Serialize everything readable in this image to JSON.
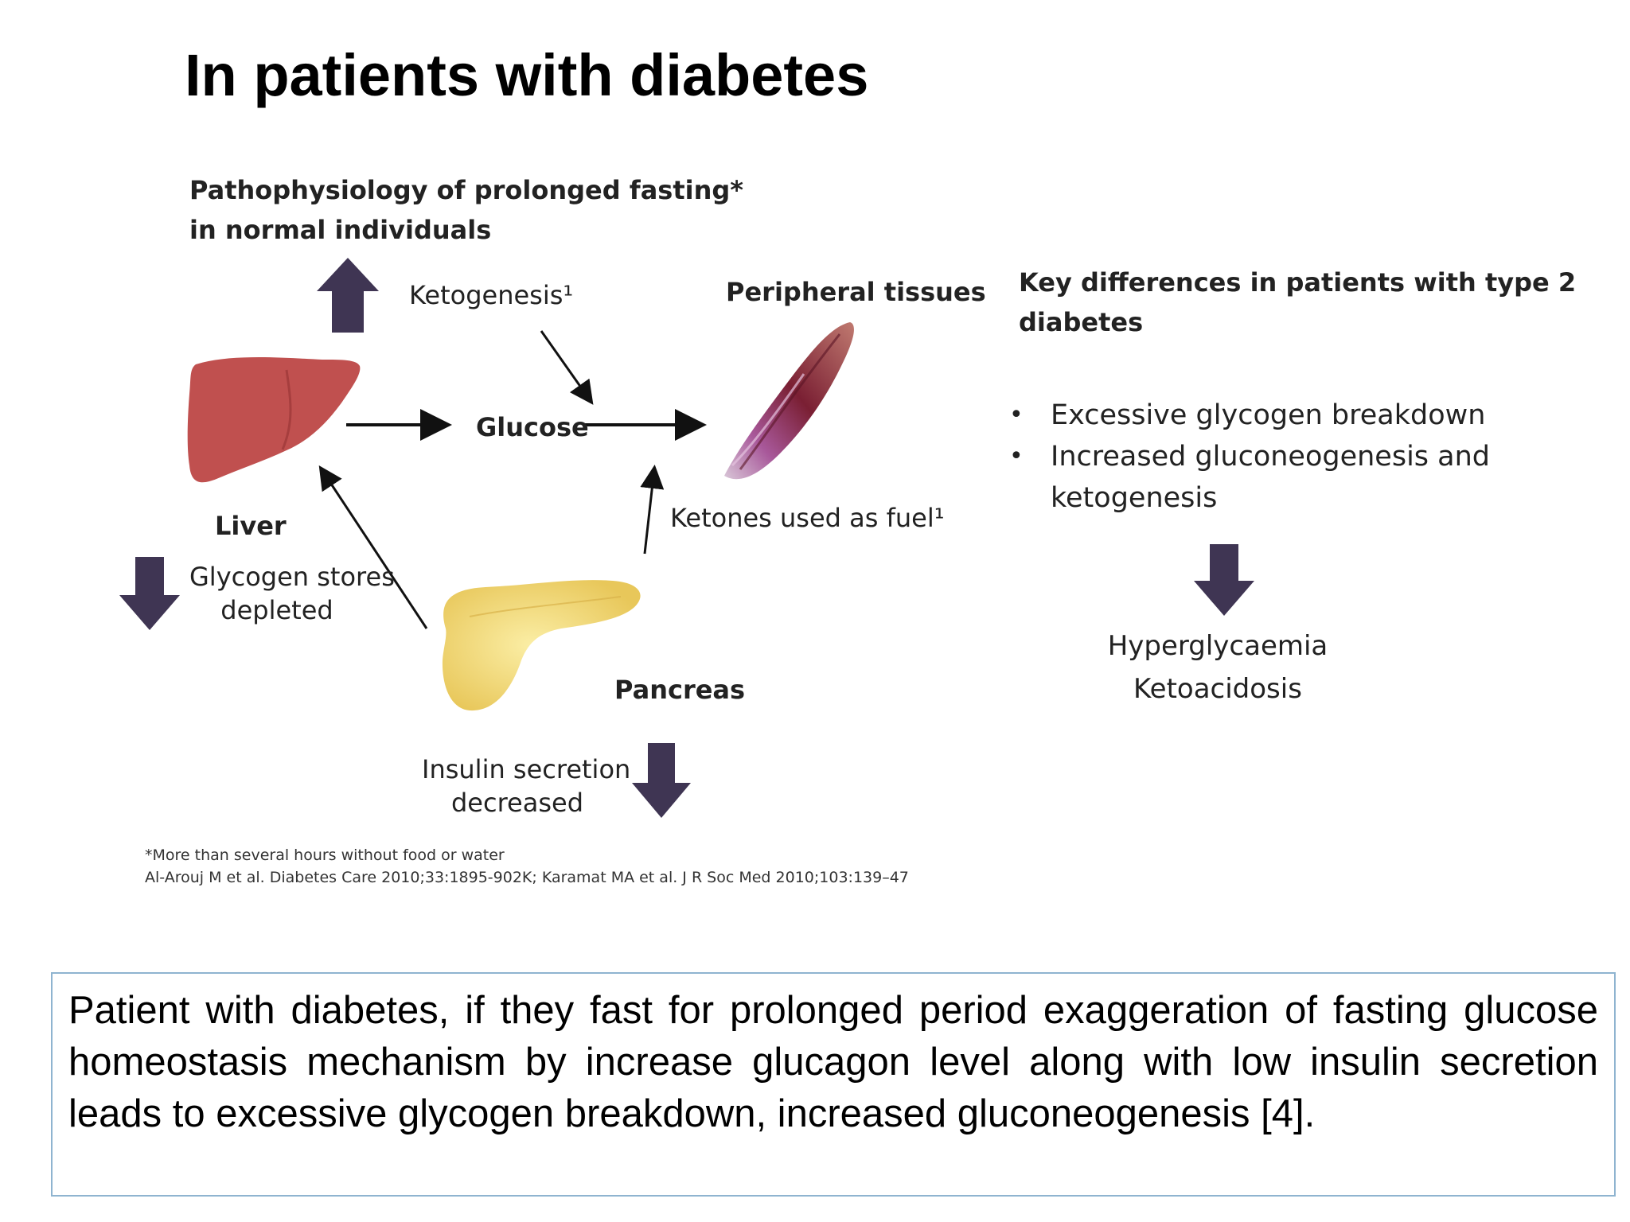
{
  "slide": {
    "title": "In patients with diabetes"
  },
  "figure": {
    "heading_line1": "Pathophysiology of prolonged fasting*",
    "heading_line2": "in normal individuals",
    "ketogenesis": "Ketogenesis¹",
    "peripheral_tissues": "Peripheral tissues",
    "glucose": "Glucose",
    "liver": "Liver",
    "glycogen_line1": "Glycogen stores",
    "glycogen_line2": "depleted",
    "ketones": "Ketones used as fuel¹",
    "pancreas": "Pancreas",
    "insulin_line1": "Insulin secretion",
    "insulin_line2": "decreased",
    "footnote": "*More than several hours without food or water",
    "citation": "Al-Arouj M et al. Diabetes Care 2010;33:1895-902K; Karamat MA et al. J R Soc Med 2010;103:139–47",
    "key_heading_line1": "Key differences in patients with type 2",
    "key_heading_line2": "diabetes",
    "key_points": [
      "Excessive glycogen breakdown",
      "Increased gluconeogenesis and",
      "ketogenesis"
    ],
    "outcome_line1": "Hyperglycaemia",
    "outcome_line2": "Ketoacidosis"
  },
  "summary": {
    "text": "Patient with diabetes,  if they fast for prolonged  period  exaggeration  of  fasting glucose homeostasis  mechanism by increase glucagon level along  with  low insulin secretion  leads  to  excessive  glycogen  breakdown, increased gluconeogenesis [4]."
  },
  "colors": {
    "block_arrow": "#3f3553",
    "liver": "#c0504f",
    "pancreas": "#f2d873",
    "muscle": "#8a2a3a",
    "box_border": "#8fb4d0"
  },
  "icons": [
    "liver-icon",
    "pancreas-icon",
    "muscle-icon",
    "up-arrow-icon",
    "down-arrow-icon"
  ]
}
